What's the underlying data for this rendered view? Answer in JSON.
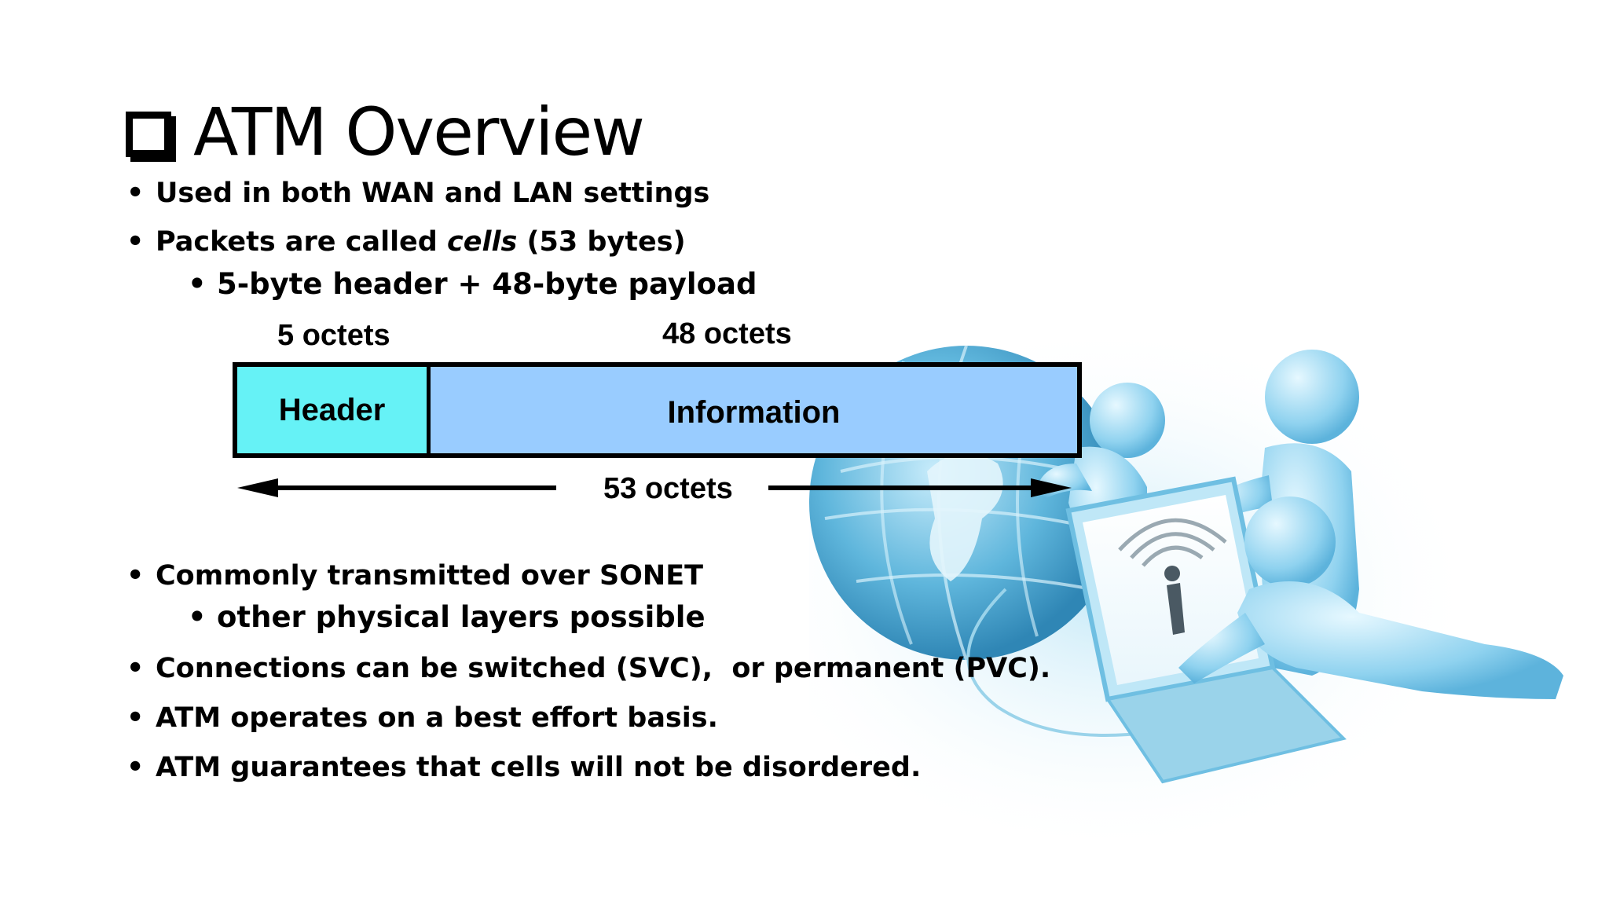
{
  "title": "ATM Overview",
  "bullets": {
    "b1": "Used in both WAN and LAN settings",
    "b2_pre": "Packets are called ",
    "b2_em": "cells",
    "b2_post": " (53 bytes)",
    "b2_sub": "5-byte header + 48-byte payload",
    "b3": "Commonly transmitted over SONET",
    "b3_sub": "other physical layers possible",
    "b4": "Connections can be switched (SVC),  or permanent (PVC).",
    "b5": "ATM operates on a best effort basis.",
    "b6": "ATM guarantees that cells will not be disordered."
  },
  "diagram": {
    "header_size": "5 octets",
    "info_size": "48 octets",
    "header_label": "Header",
    "info_label": "Information",
    "total_size": "53 octets"
  },
  "colors": {
    "header_fill": "#66f2f6",
    "info_fill": "#99ccff"
  },
  "icons": {
    "title_box": "checkbox-square-icon",
    "illustration": "globe-people-laptop-illustration"
  }
}
